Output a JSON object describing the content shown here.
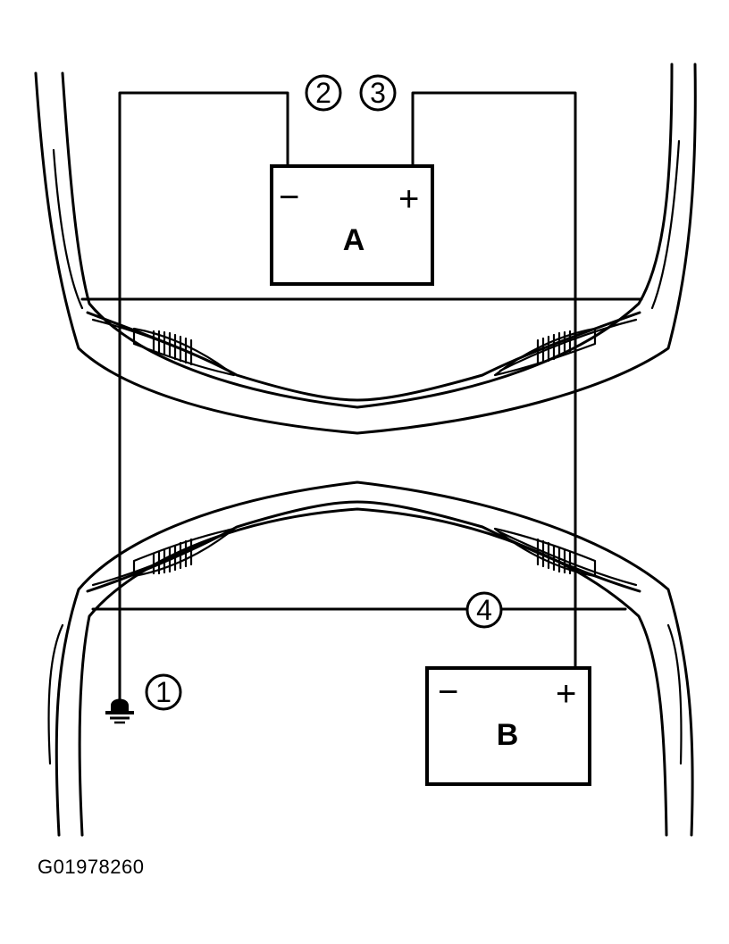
{
  "batteries": {
    "a": {
      "label": "A",
      "neg": "−",
      "pos": "+"
    },
    "b": {
      "label": "B",
      "neg": "−",
      "pos": "+"
    }
  },
  "callouts": [
    "1",
    "2",
    "3",
    "4"
  ],
  "figure_code": "G01978260",
  "icons": {
    "ground": "ground-symbol-icon"
  }
}
